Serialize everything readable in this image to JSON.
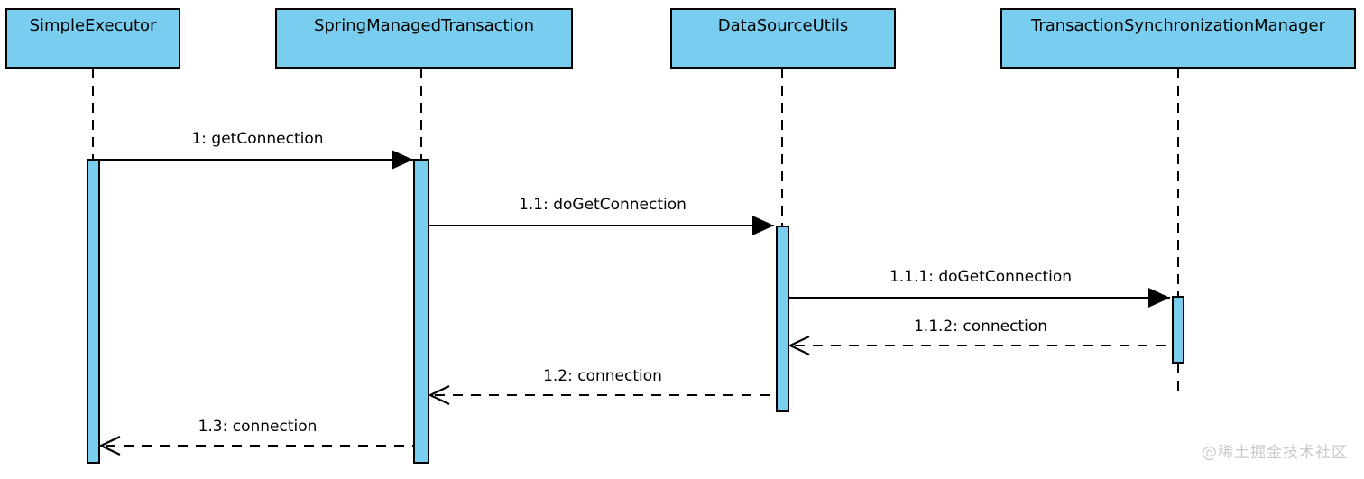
{
  "diagram": {
    "type": "uml-sequence-diagram",
    "colors": {
      "actor_fill": "#79CEF0",
      "line": "#000000",
      "background": "#ffffff",
      "watermark_text": "#c9c9c9"
    },
    "actors": [
      {
        "name": "SimpleExecutor"
      },
      {
        "name": "SpringManagedTransaction"
      },
      {
        "name": "DataSourceUtils"
      },
      {
        "name": "TransactionSynchronizationManager"
      }
    ],
    "messages": [
      {
        "label": "1: getConnection",
        "from": "SimpleExecutor",
        "to": "SpringManagedTransaction",
        "kind": "call"
      },
      {
        "label": "1.1: doGetConnection",
        "from": "SpringManagedTransaction",
        "to": "DataSourceUtils",
        "kind": "call"
      },
      {
        "label": "1.1.1: doGetConnection",
        "from": "DataSourceUtils",
        "to": "TransactionSynchronizationManager",
        "kind": "call"
      },
      {
        "label": "1.1.2: connection",
        "from": "TransactionSynchronizationManager",
        "to": "DataSourceUtils",
        "kind": "return"
      },
      {
        "label": "1.2: connection",
        "from": "DataSourceUtils",
        "to": "SpringManagedTransaction",
        "kind": "return"
      },
      {
        "label": "1.3: connection",
        "from": "SpringManagedTransaction",
        "to": "SimpleExecutor",
        "kind": "return"
      }
    ],
    "watermark": "@稀土掘金技术社区"
  }
}
